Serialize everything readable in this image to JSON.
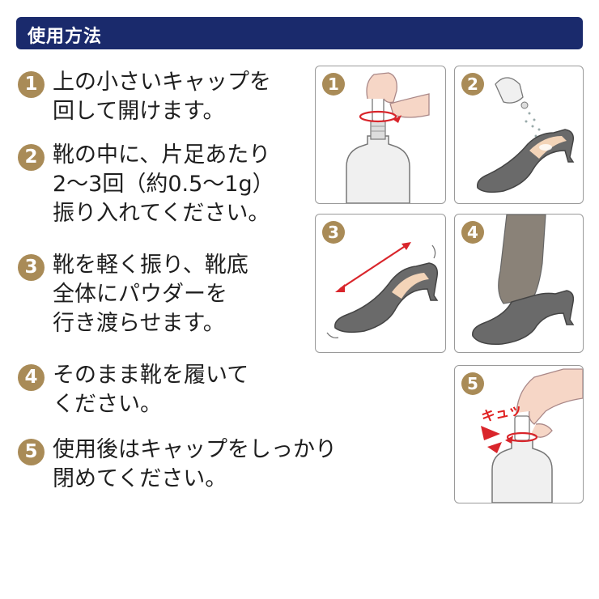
{
  "header": {
    "title": "使用方法",
    "color": "#1a2a6c"
  },
  "accent_color": "#a98b57",
  "steps": [
    {
      "num": "1",
      "lines": [
        "上の小さいキャップを",
        "回して開けます。"
      ]
    },
    {
      "num": "2",
      "lines": [
        "靴の中に、片足あたり",
        "2〜3回（約0.5〜1g）",
        "振り入れてください。"
      ]
    },
    {
      "num": "3",
      "lines": [
        "靴を軽く振り、靴底",
        "全体にパウダーを",
        "行き渡らせます。"
      ]
    },
    {
      "num": "4",
      "lines": [
        "そのまま靴を履いて",
        "ください。"
      ]
    },
    {
      "num": "5",
      "lines": [
        "使用後はキャップをしっかり",
        "閉めてください。"
      ]
    }
  ],
  "panels": [
    {
      "num": "1",
      "icon": "bottle-cap-open-icon"
    },
    {
      "num": "2",
      "icon": "powder-shoe-icon"
    },
    {
      "num": "3",
      "icon": "shake-shoe-icon"
    },
    {
      "num": "4",
      "icon": "wear-shoe-icon"
    },
    {
      "num": "5",
      "icon": "bottle-cap-close-icon",
      "label": "キュッ"
    }
  ]
}
